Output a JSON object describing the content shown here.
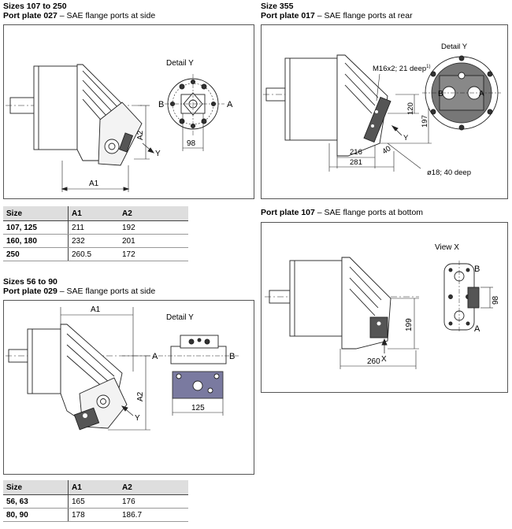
{
  "sections": {
    "s1": {
      "title": "Sizes 107 to 250",
      "plate": "Port plate 027",
      "desc": " – SAE flange ports at side"
    },
    "s2": {
      "title": "Size 355",
      "plate": "Port plate 017",
      "desc": " – SAE flange ports at rear"
    },
    "s3": {
      "title": "",
      "plate": "Port plate 107",
      "desc": " – SAE flange ports at bottom"
    },
    "s4": {
      "title": "Sizes 56 to 90",
      "plate": "Port plate 029",
      "desc": " – SAE flange ports at side"
    }
  },
  "drawings": {
    "d1": {
      "detail": "Detail Y",
      "a1": "A1",
      "a2": "A2",
      "y": "Y",
      "b": "B",
      "a": "A",
      "dim": "98"
    },
    "d2": {
      "detail": "Detail Y",
      "thread": "M16x2; 21 deep",
      "sup": "1)",
      "d120": "120",
      "d197": "197",
      "d216": "216",
      "d40": "40",
      "d281": "281",
      "hole": "ø18; 40 deep",
      "y": "Y",
      "b": "B",
      "a": "A"
    },
    "d3": {
      "view": "View X",
      "d199": "199",
      "d260": "260",
      "x": "X",
      "b": "B",
      "a": "A",
      "d98": "98"
    },
    "d4": {
      "detail": "Detail Y",
      "a1": "A1",
      "a2": "A2",
      "y": "Y",
      "a": "A",
      "b": "B",
      "d125": "125"
    }
  },
  "table1": {
    "headers": [
      "Size",
      "A1",
      "A2"
    ],
    "rows": [
      [
        "107, 125",
        "211",
        "192"
      ],
      [
        "160, 180",
        "232",
        "201"
      ],
      [
        "250",
        "260.5",
        "172"
      ]
    ]
  },
  "table2": {
    "headers": [
      "Size",
      "A1",
      "A2"
    ],
    "rows": [
      [
        "56, 63",
        "165",
        "176"
      ],
      [
        "80, 90",
        "178",
        "186.7"
      ]
    ]
  }
}
